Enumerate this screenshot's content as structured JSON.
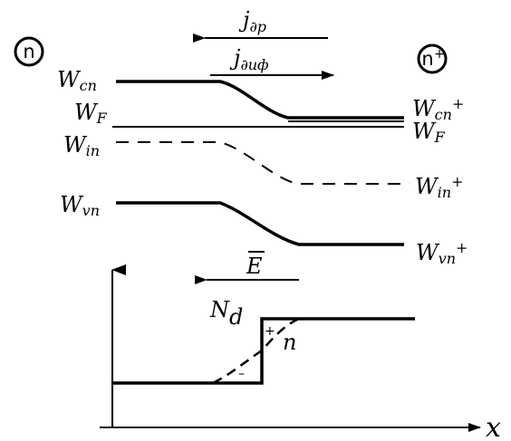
{
  "regions": {
    "left": "n",
    "right": "n",
    "right_sup": "+"
  },
  "currents": {
    "drift": {
      "symbol": "j",
      "sub": "∂p"
    },
    "diffusion": {
      "symbol": "j",
      "sub": "∂uф"
    }
  },
  "levels": {
    "wcn": {
      "symbol": "W",
      "sub": "cn"
    },
    "wf": {
      "symbol": "W",
      "sub": "F"
    },
    "win": {
      "symbol": "W",
      "sub": "in"
    },
    "wvn": {
      "symbol": "W",
      "sub": "vn"
    },
    "wcn_plus": {
      "symbol": "W",
      "sub": "cn",
      "sup": "+"
    },
    "wf_right": {
      "symbol": "W",
      "sub": "F"
    },
    "win_plus": {
      "symbol": "W",
      "sub": "in",
      "sup": "+"
    },
    "wvn_plus": {
      "symbol": "W",
      "sub": "vn",
      "sup": "+"
    }
  },
  "field": {
    "symbol": "E"
  },
  "concentration": {
    "nd_symbol": "N",
    "nd_sub": "d",
    "n_symbol": "n",
    "plus": "+",
    "minus": "–"
  },
  "axis": {
    "x_label": "x"
  }
}
